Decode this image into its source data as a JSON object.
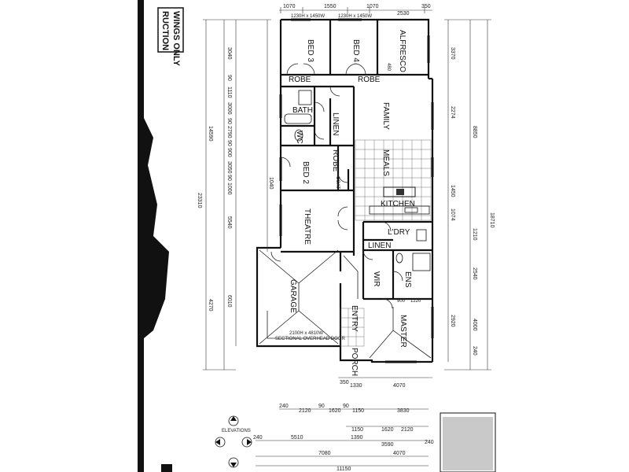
{
  "stamp": {
    "line1": "WINGS ONLY",
    "line2": "RUCTION"
  },
  "rooms": {
    "bed3": "BED 3",
    "bed4": "BED 4",
    "alfresco": "ALFRESCO",
    "robe1": "ROBE",
    "robe2": "ROBE",
    "bath": "BATH",
    "family": "FAMILY",
    "linen1": "LINEN",
    "wc": "WC",
    "robe3": "ROBE",
    "meals": "MEALS",
    "bed2": "BED 2",
    "coat": "COAT",
    "kitchen": "KITCHEN",
    "theatre": "THEATRE",
    "ldry": "L'DRY",
    "linen2": "LINEN",
    "wir": "WIR",
    "ens": "ENS",
    "garage": "GARAGE",
    "entry": "ENTRY",
    "master": "MASTER",
    "porch": "PORCH"
  },
  "notes": {
    "door": "2100H x 4810W",
    "door2": "SECTIONAL OVERHEAD DOOR",
    "elevations": "ELEVATIONS"
  },
  "dims": {
    "top": [
      "1070",
      "1550",
      "1070",
      "2530",
      "350"
    ],
    "topsmall1": "1230H x 1450W",
    "topsmall2": "1230H x 1450W",
    "left": [
      "3040",
      "90",
      "1110",
      "3000",
      "90",
      "2790",
      "90",
      "900",
      "3050",
      "90",
      "1000"
    ],
    "overall_left": [
      "14590",
      "23310"
    ],
    "left2": [
      "1040",
      "5540",
      "4270",
      "6010"
    ],
    "right": [
      "3370",
      "2274",
      "1450",
      "1074",
      "1210",
      "2540",
      "2920",
      "4000",
      "240"
    ],
    "right_overall": [
      "8850",
      "18710"
    ],
    "bottom1": [
      "350",
      "1330",
      "4070"
    ],
    "bottom2": [
      "240",
      "2120",
      "90",
      "1620",
      "90",
      "1150",
      "3830"
    ],
    "bottom3": [
      "1150",
      "1620",
      "2120"
    ],
    "bottom4": [
      "240",
      "5510",
      "1390",
      "3590",
      "240"
    ],
    "bottom5": [
      "7080",
      "4070"
    ],
    "bottom6": "11150",
    "entry_dims": [
      "900",
      "1220"
    ],
    "mid": "480"
  }
}
